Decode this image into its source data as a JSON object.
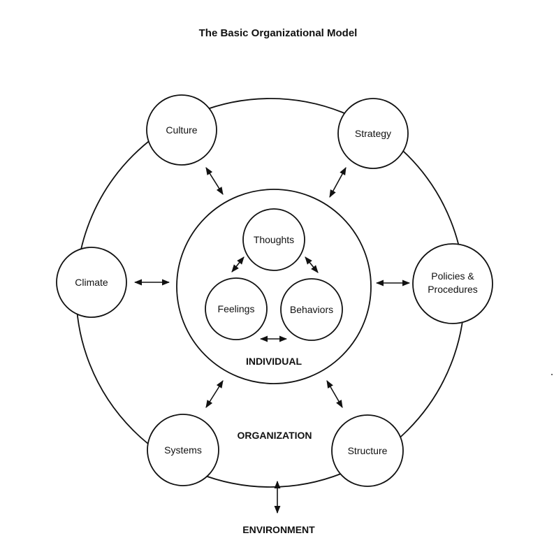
{
  "title": "The Basic Organizational Model",
  "nodes": {
    "culture": "Culture",
    "strategy": "Strategy",
    "climate": "Climate",
    "policies_line1": "Policies &",
    "policies_line2": "Procedures",
    "systems": "Systems",
    "structure": "Structure"
  },
  "individual": {
    "thoughts": "Thoughts",
    "feelings": "Feelings",
    "behaviors": "Behaviors",
    "label": "INDIVIDUAL"
  },
  "organization_label": "ORGANIZATION",
  "environment_label": "ENVIRONMENT"
}
